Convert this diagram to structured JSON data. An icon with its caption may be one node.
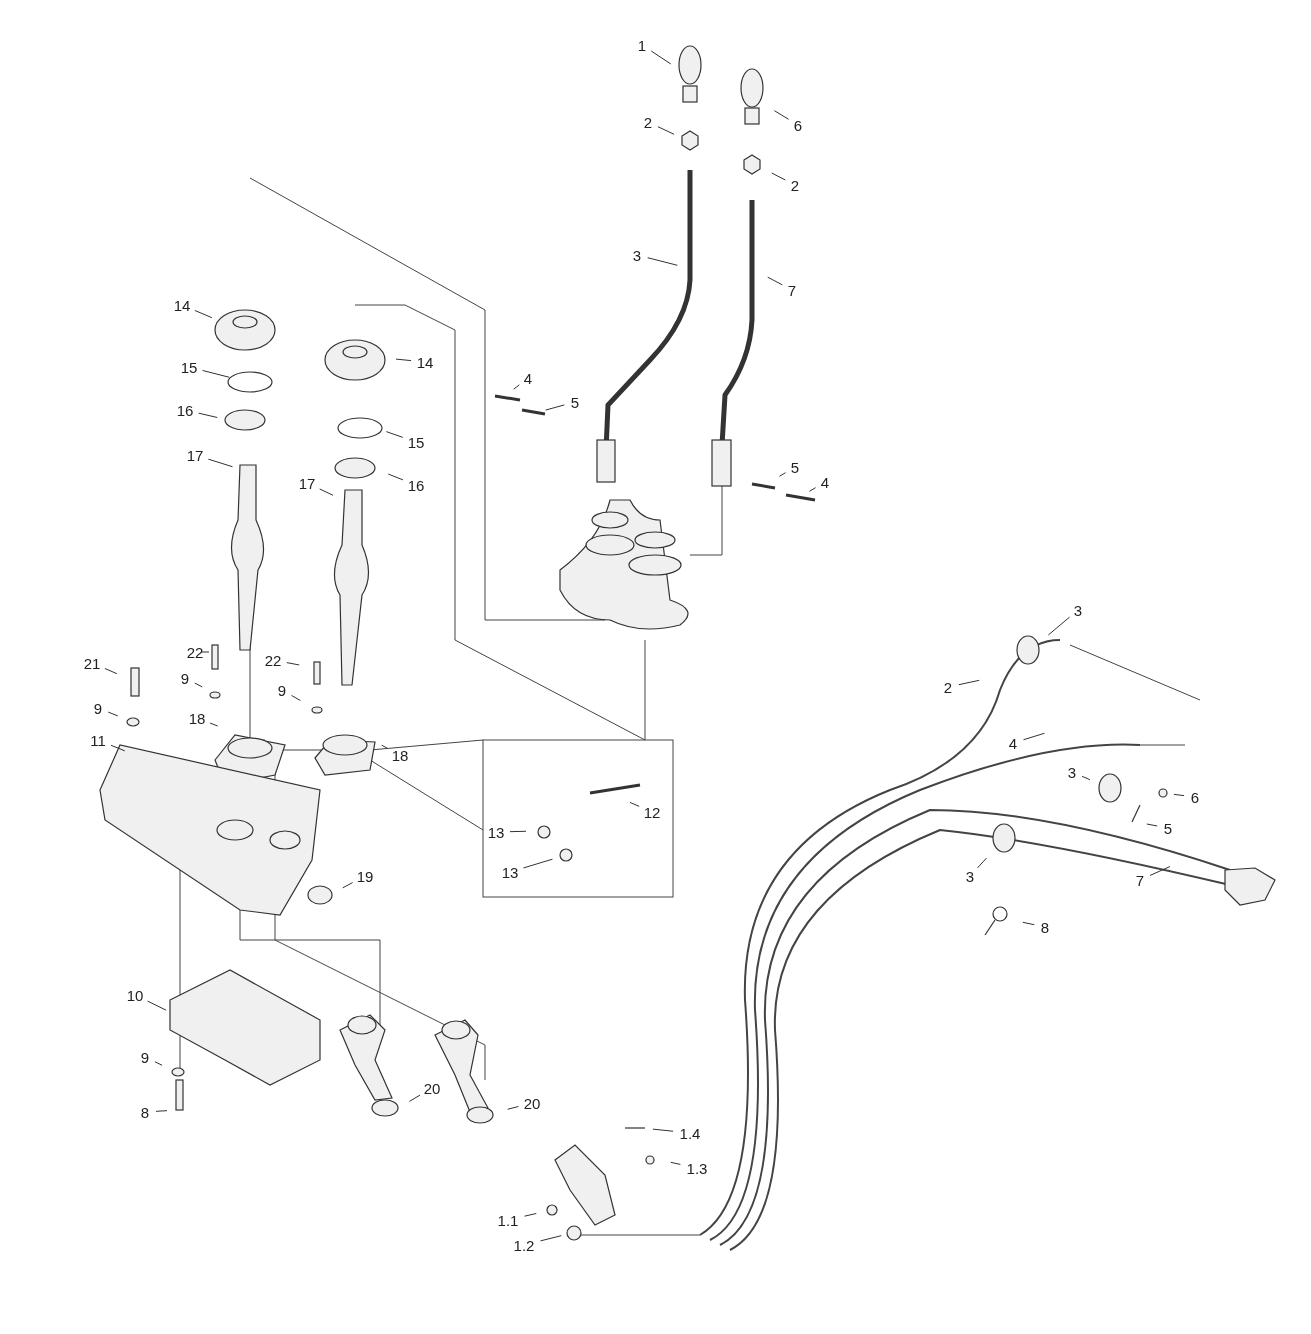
{
  "diagram": {
    "nodes": [
      {
        "text": [
          "1"
        ]
      },
      {
        "text": [
          "2"
        ]
      },
      {
        "text": [
          "6"
        ]
      },
      {
        "text": [
          "2"
        ]
      },
      {
        "text": [
          "3"
        ]
      },
      {
        "text": [
          "7"
        ]
      },
      {
        "text": [
          "14"
        ]
      },
      {
        "text": [
          "15"
        ]
      },
      {
        "text": [
          "16"
        ]
      },
      {
        "text": [
          "17"
        ]
      },
      {
        "text": [
          "4"
        ]
      },
      {
        "text": [
          "5"
        ]
      },
      {
        "text": [
          "14"
        ]
      },
      {
        "text": [
          "15"
        ]
      },
      {
        "text": [
          "16"
        ]
      },
      {
        "text": [
          "17"
        ]
      },
      {
        "text": [
          "5"
        ]
      },
      {
        "text": [
          "4"
        ]
      },
      {
        "text": [
          "21"
        ]
      },
      {
        "text": [
          "22"
        ]
      },
      {
        "text": [
          "22"
        ]
      },
      {
        "text": [
          "9"
        ]
      },
      {
        "text": [
          "9"
        ]
      },
      {
        "text": [
          "9"
        ]
      },
      {
        "text": [
          "18"
        ]
      },
      {
        "text": [
          "11"
        ]
      },
      {
        "text": [
          "18"
        ]
      },
      {
        "text": [
          "12"
        ]
      },
      {
        "text": [
          "13"
        ]
      },
      {
        "text": [
          "13"
        ]
      },
      {
        "text": [
          "19"
        ]
      },
      {
        "text": [
          "10"
        ]
      },
      {
        "text": [
          "9"
        ]
      },
      {
        "text": [
          "8"
        ]
      },
      {
        "text": [
          "20"
        ]
      },
      {
        "text": [
          "20"
        ]
      },
      {
        "text": [
          "3"
        ]
      },
      {
        "text": [
          "2"
        ]
      },
      {
        "text": [
          "4"
        ]
      },
      {
        "text": [
          "3"
        ]
      },
      {
        "text": [
          "6"
        ]
      },
      {
        "text": [
          "5"
        ]
      },
      {
        "text": [
          "3"
        ]
      },
      {
        "text": [
          "7"
        ]
      },
      {
        "text": [
          "8"
        ]
      },
      {
        "text": [
          "1.4"
        ]
      },
      {
        "text": [
          "1.3"
        ]
      },
      {
        "text": [
          "1.1"
        ]
      },
      {
        "text": [
          "1.2"
        ]
      }
    ],
    "edges": [
      {
        "from": 0,
        "to": null,
        "arrow": "none"
      },
      {
        "from": 1,
        "to": null,
        "arrow": "none"
      },
      {
        "from": 2,
        "to": null,
        "arrow": "none"
      },
      {
        "from": 3,
        "to": null,
        "arrow": "none"
      },
      {
        "from": 4,
        "to": null,
        "arrow": "none"
      },
      {
        "from": 5,
        "to": null,
        "arrow": "none"
      },
      {
        "from": 6,
        "to": null,
        "arrow": "none"
      },
      {
        "from": 7,
        "to": null,
        "arrow": "none"
      },
      {
        "from": 8,
        "to": null,
        "arrow": "none"
      },
      {
        "from": 9,
        "to": null,
        "arrow": "none"
      },
      {
        "from": 10,
        "to": null,
        "arrow": "none"
      },
      {
        "from": 11,
        "to": null,
        "arrow": "none"
      },
      {
        "from": 12,
        "to": null,
        "arrow": "none"
      },
      {
        "from": 13,
        "to": null,
        "arrow": "none"
      },
      {
        "from": 14,
        "to": null,
        "arrow": "none"
      },
      {
        "from": 15,
        "to": null,
        "arrow": "none"
      },
      {
        "from": 16,
        "to": null,
        "arrow": "none"
      },
      {
        "from": 17,
        "to": null,
        "arrow": "none"
      },
      {
        "from": 18,
        "to": null,
        "arrow": "none"
      },
      {
        "from": 19,
        "to": null,
        "arrow": "none"
      },
      {
        "from": 20,
        "to": null,
        "arrow": "none"
      },
      {
        "from": 21,
        "to": null,
        "arrow": "none"
      },
      {
        "from": 22,
        "to": null,
        "arrow": "none"
      },
      {
        "from": 23,
        "to": null,
        "arrow": "none"
      },
      {
        "from": 24,
        "to": null,
        "arrow": "none"
      },
      {
        "from": 25,
        "to": null,
        "arrow": "none"
      },
      {
        "from": 26,
        "to": null,
        "arrow": "none"
      },
      {
        "from": 27,
        "to": null,
        "arrow": "none"
      },
      {
        "from": 28,
        "to": null,
        "arrow": "none"
      },
      {
        "from": 29,
        "to": null,
        "arrow": "none"
      },
      {
        "from": 30,
        "to": null,
        "arrow": "none"
      },
      {
        "from": 31,
        "to": null,
        "arrow": "none"
      },
      {
        "from": 32,
        "to": null,
        "arrow": "none"
      },
      {
        "from": 33,
        "to": null,
        "arrow": "none"
      },
      {
        "from": 34,
        "to": null,
        "arrow": "none"
      },
      {
        "from": 35,
        "to": null,
        "arrow": "none"
      },
      {
        "from": 36,
        "to": null,
        "arrow": "none"
      },
      {
        "from": 37,
        "to": null,
        "arrow": "none"
      },
      {
        "from": 38,
        "to": null,
        "arrow": "none"
      },
      {
        "from": 39,
        "to": null,
        "arrow": "none"
      },
      {
        "from": 40,
        "to": null,
        "arrow": "none"
      },
      {
        "from": 41,
        "to": null,
        "arrow": "none"
      },
      {
        "from": 42,
        "to": null,
        "arrow": "none"
      },
      {
        "from": 43,
        "to": null,
        "arrow": "none"
      },
      {
        "from": 44,
        "to": null,
        "arrow": "none"
      },
      {
        "from": 45,
        "to": null,
        "arrow": "none"
      },
      {
        "from": 46,
        "to": null,
        "arrow": "none"
      },
      {
        "from": 47,
        "to": null,
        "arrow": "none"
      },
      {
        "from": 48,
        "to": null,
        "arrow": "none"
      }
    ]
  }
}
